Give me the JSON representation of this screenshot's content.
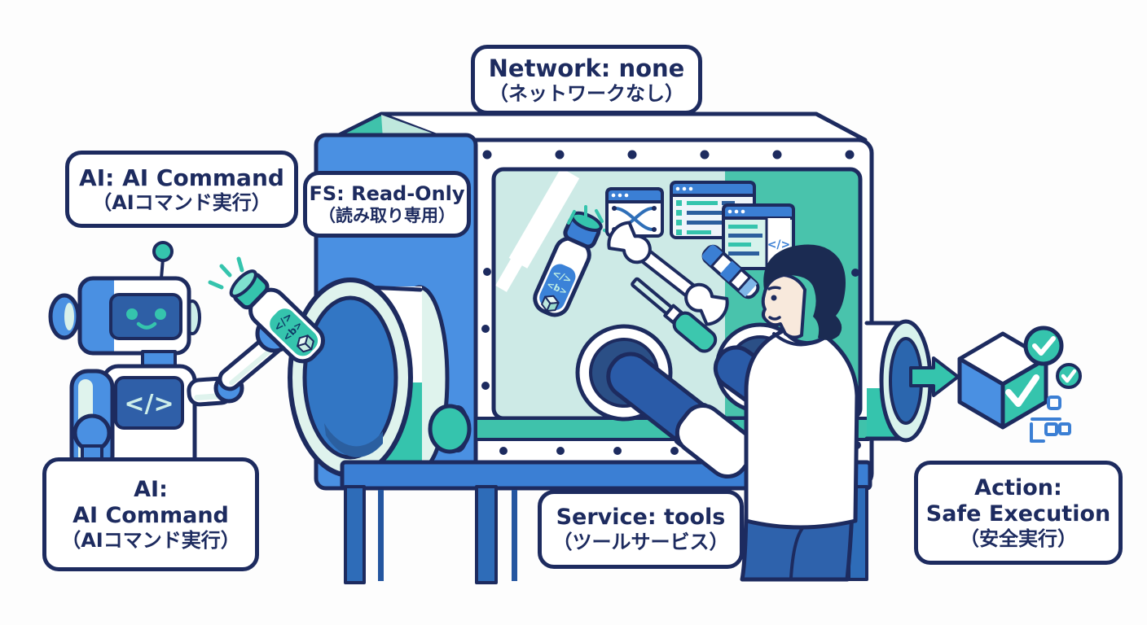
{
  "labels": {
    "network": {
      "en": "Network: none",
      "jp": "（ネットワークなし）"
    },
    "ai_top": {
      "en": "AI: AI Command",
      "jp": "（AIコマンド実行）"
    },
    "fs": {
      "en": "FS: Read-Only",
      "jp": "（読み取り専用）"
    },
    "ai_bottom": {
      "en1": "AI:",
      "en2": "AI Command",
      "jp": "（AIコマンド実行）"
    },
    "service": {
      "en": "Service: tools",
      "jp": "（ツールサービス）"
    },
    "action": {
      "en1": "Action:",
      "en2": "Safe Execution",
      "jp": "（安全実行）"
    }
  },
  "glyphs": {
    "robot_chest": "</>",
    "robot_vial_line1": "</>",
    "robot_vial_line2": "<b>",
    "window_vial_line1": "</>",
    "window_vial_line2": "<b>",
    "code_window": "</>"
  },
  "colors": {
    "outline_navy": "#1d2b5f",
    "panel_blue": "#4a90e2",
    "titlebar_blue": "#3b7fd4",
    "glove_blue": "#2a5ba8",
    "accent_teal": "#35c4ad",
    "window_mint": "#cdeae6",
    "window_teal": "#49c3ac",
    "mint_ring": "#d8f2ec",
    "white": "#ffffff"
  }
}
